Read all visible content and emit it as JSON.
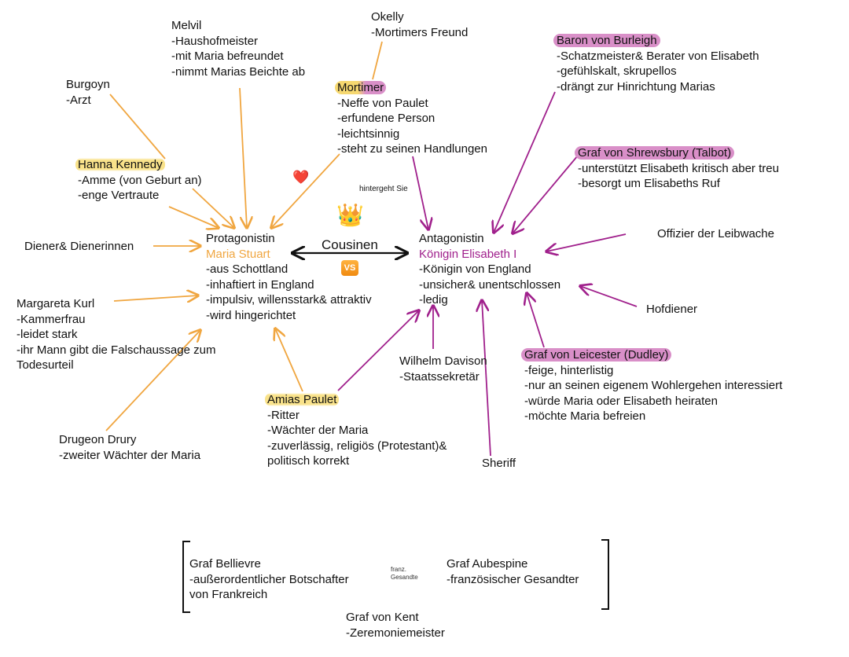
{
  "center": {
    "maria": {
      "role": "Protagonistin",
      "name": "Maria Stuart",
      "traits": [
        "-aus Schottland",
        "-inhaftiert in England",
        "-impulsiv, willensstark& attraktiv",
        "-wird hingerichtet"
      ]
    },
    "elisabeth": {
      "role": "Antagonistin",
      "name": "Königin Elisabeth I",
      "traits": [
        "-Königin von England",
        "-unsicher& unentschlossen",
        "-ledig"
      ]
    },
    "relation_label": "Cousinen",
    "vs_badge": "VS",
    "crown_icon": "👑",
    "heart_icon": "❤️",
    "betrays_label": "hintergeht Sie"
  },
  "maria_side": {
    "melvil": {
      "name": "Melvil",
      "traits": [
        "-Haushofmeister",
        "-mit Maria befreundet",
        "-nimmt Marias Beichte ab"
      ]
    },
    "burgoyn": {
      "name": "Burgoyn",
      "traits": [
        "-Arzt"
      ]
    },
    "kennedy": {
      "name": "Hanna Kennedy",
      "traits": [
        "-Amme (von Geburt an)",
        "-enge Vertraute"
      ]
    },
    "diener": {
      "name": "Diener& Dienerinnen"
    },
    "kurl": {
      "name": "Margareta Kurl",
      "traits": [
        "-Kammerfrau",
        "-leidet stark",
        "-ihr Mann gibt die Falschaussage zum",
        "Todesurteil"
      ]
    },
    "drury": {
      "name": "Drugeon Drury",
      "traits": [
        "-zweiter Wächter der Maria"
      ]
    },
    "paulet": {
      "name": "Amias Paulet",
      "traits": [
        "-Ritter",
        "-Wächter der Maria",
        "-zuverlässig, religiös (Protestant)&",
        "politisch korrekt"
      ]
    },
    "okelly": {
      "name": "Okelly",
      "traits": [
        "-Mortimers Freund"
      ]
    },
    "mortimer": {
      "name": "Mortimer",
      "traits": [
        "-Neffe von Paulet",
        "-erfundene Person",
        "-leichtsinnig",
        "-steht zu seinen Handlungen"
      ]
    }
  },
  "elisabeth_side": {
    "burleigh": {
      "name": "Baron von Burleigh",
      "traits": [
        "-Schatzmeister& Berater von Elisabeth",
        "-gefühlskalt, skrupellos",
        "-drängt zur Hinrichtung Marias"
      ]
    },
    "shrewsbury": {
      "name": "Graf von Shrewsbury (Talbot)",
      "traits": [
        "-unterstützt Elisabeth kritisch aber treu",
        "-besorgt um Elisabeths Ruf"
      ]
    },
    "offizier": {
      "name": "Offizier der Leibwache"
    },
    "hofdiener": {
      "name": "Hofdiener"
    },
    "leicester": {
      "name": "Graf von Leicester (Dudley)",
      "traits": [
        "-feige, hinterlistig",
        "-nur an seinen eigenem Wohlergehen interessiert",
        "-würde Maria oder Elisabeth heiraten",
        "-möchte Maria befreien"
      ]
    },
    "davison": {
      "name": "Wilhelm Davison",
      "traits": [
        "-Staatssekretär"
      ]
    },
    "sheriff": {
      "name": "Sheriff"
    }
  },
  "neutral": {
    "bellievre": {
      "name": "Graf Bellievre",
      "traits": [
        "-außerordentlicher Botschafter",
        "von Frankreich"
      ]
    },
    "group_label": [
      "franz.",
      "Gesandte"
    ],
    "aubespine": {
      "name": "Graf Aubespine",
      "traits": [
        "-französischer Gesandter"
      ]
    },
    "kent": {
      "name": "Graf von Kent",
      "traits": [
        "-Zeremoniemeister"
      ]
    }
  },
  "colors": {
    "maria": "#f0a640",
    "elisabeth": "#a0208c",
    "neutral": "#111111"
  }
}
